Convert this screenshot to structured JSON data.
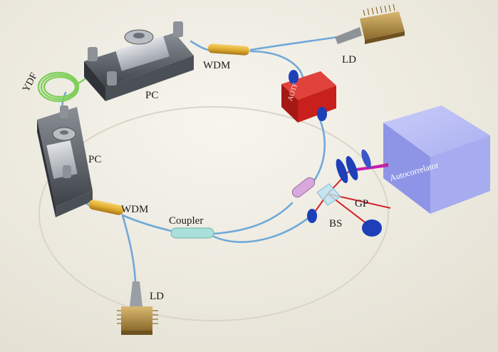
{
  "labels": {
    "ld_top": "LD",
    "ld_bottom": "LD",
    "wdm_top": "WDM",
    "wdm_bottom": "WDM",
    "pc_top": "PC",
    "pc_left": "PC",
    "ydf": "YDF",
    "aotf": "AOTF",
    "coupler": "Coupler",
    "gp": "GP",
    "bs": "BS",
    "autocorrelator": "Autocorrelator"
  },
  "colors": {
    "background": "#f2efe6",
    "fiber": "#6fa9d8",
    "ydf_fiber": "#7fcf5a",
    "wdm": "#e2b43a",
    "aotf": "#c8201c",
    "autocorrelator": "#a7acf0",
    "laser_beam": "#d3232a",
    "lens": "#1d3fb8",
    "ld_package": "#b8934a"
  },
  "icons": {
    "polarization_controller": "polarization-controller-icon",
    "laser_diode": "laser-diode-icon",
    "lens": "lens-icon",
    "beam_splitter": "beam-splitter-icon",
    "grating_pair": "grating-pair-icon"
  }
}
